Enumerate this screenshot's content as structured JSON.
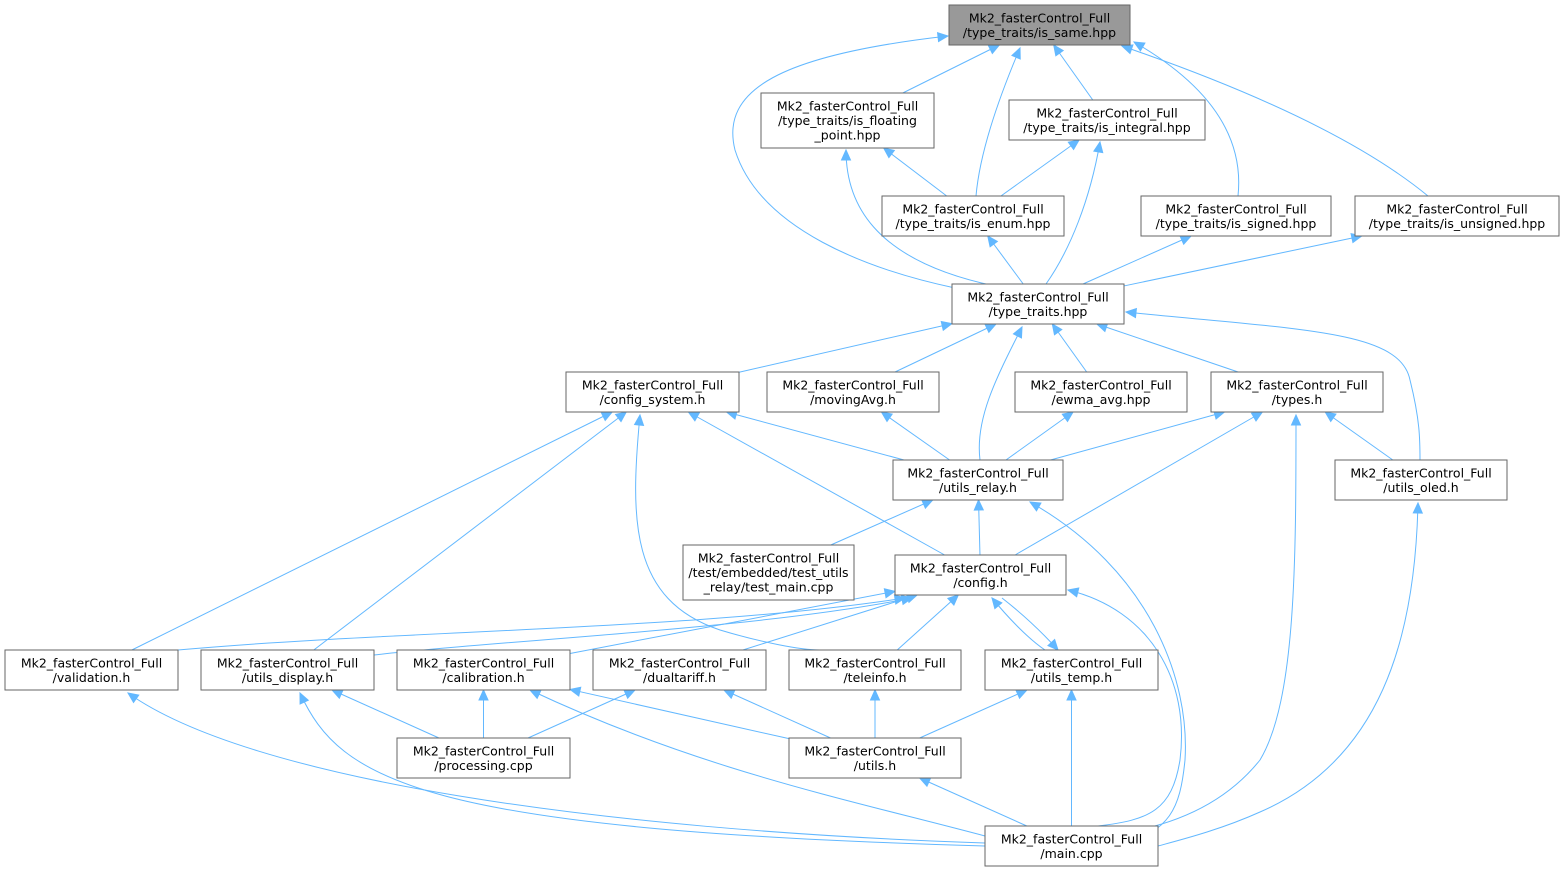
{
  "graph": {
    "colors": {
      "edge": "#63b8ff",
      "node_border": "#666666",
      "root_fill": "#999999",
      "node_fill": "#ffffff"
    },
    "nodes": [
      {
        "id": "is_same",
        "root": true,
        "lines": [
          "Mk2_fasterControl_Full",
          "/type_traits/is_same.hpp"
        ]
      },
      {
        "id": "is_floating_point",
        "lines": [
          "Mk2_fasterControl_Full",
          "/type_traits/is_floating",
          "_point.hpp"
        ]
      },
      {
        "id": "is_integral",
        "lines": [
          "Mk2_fasterControl_Full",
          "/type_traits/is_integral.hpp"
        ]
      },
      {
        "id": "is_enum",
        "lines": [
          "Mk2_fasterControl_Full",
          "/type_traits/is_enum.hpp"
        ]
      },
      {
        "id": "is_signed",
        "lines": [
          "Mk2_fasterControl_Full",
          "/type_traits/is_signed.hpp"
        ]
      },
      {
        "id": "is_unsigned",
        "lines": [
          "Mk2_fasterControl_Full",
          "/type_traits/is_unsigned.hpp"
        ]
      },
      {
        "id": "type_traits",
        "lines": [
          "Mk2_fasterControl_Full",
          "/type_traits.hpp"
        ]
      },
      {
        "id": "config_system",
        "lines": [
          "Mk2_fasterControl_Full",
          "/config_system.h"
        ]
      },
      {
        "id": "movingAvg",
        "lines": [
          "Mk2_fasterControl_Full",
          "/movingAvg.h"
        ]
      },
      {
        "id": "ewma_avg",
        "lines": [
          "Mk2_fasterControl_Full",
          "/ewma_avg.hpp"
        ]
      },
      {
        "id": "types",
        "lines": [
          "Mk2_fasterControl_Full",
          "/types.h"
        ]
      },
      {
        "id": "utils_relay",
        "lines": [
          "Mk2_fasterControl_Full",
          "/utils_relay.h"
        ]
      },
      {
        "id": "utils_oled",
        "lines": [
          "Mk2_fasterControl_Full",
          "/utils_oled.h"
        ]
      },
      {
        "id": "test_main",
        "lines": [
          "Mk2_fasterControl_Full",
          "/test/embedded/test_utils",
          "_relay/test_main.cpp"
        ]
      },
      {
        "id": "config",
        "lines": [
          "Mk2_fasterControl_Full",
          "/config.h"
        ]
      },
      {
        "id": "validation",
        "lines": [
          "Mk2_fasterControl_Full",
          "/validation.h"
        ]
      },
      {
        "id": "utils_display",
        "lines": [
          "Mk2_fasterControl_Full",
          "/utils_display.h"
        ]
      },
      {
        "id": "calibration",
        "lines": [
          "Mk2_fasterControl_Full",
          "/calibration.h"
        ]
      },
      {
        "id": "dualtariff",
        "lines": [
          "Mk2_fasterControl_Full",
          "/dualtariff.h"
        ]
      },
      {
        "id": "teleinfo",
        "lines": [
          "Mk2_fasterControl_Full",
          "/teleinfo.h"
        ]
      },
      {
        "id": "utils_temp",
        "lines": [
          "Mk2_fasterControl_Full",
          "/utils_temp.h"
        ]
      },
      {
        "id": "processing",
        "lines": [
          "Mk2_fasterControl_Full",
          "/processing.cpp"
        ]
      },
      {
        "id": "utils",
        "lines": [
          "Mk2_fasterControl_Full",
          "/utils.h"
        ]
      },
      {
        "id": "main",
        "lines": [
          "Mk2_fasterControl_Full",
          "/main.cpp"
        ]
      }
    ]
  }
}
